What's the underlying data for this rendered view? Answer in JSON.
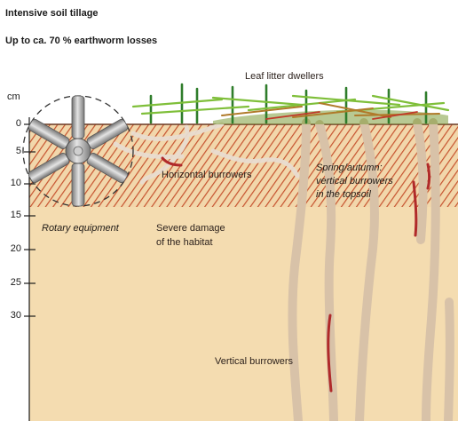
{
  "title": "Intensive soil tillage",
  "subtitle": "Up to ca. 70 % earthworm losses",
  "depth_axis": {
    "unit": "cm",
    "ticks": [
      "0",
      "5",
      "10",
      "15",
      "20",
      "25",
      "30"
    ]
  },
  "labels": {
    "leaf_litter": "Leaf litter dwellers",
    "horizontal": "Horizontal burrowers",
    "spring_autumn_line1": "Spring/autumn:",
    "spring_autumn_line2": "vertical burrowers",
    "spring_autumn_line3": "in the topsoil",
    "rotary": "Rotary equipment",
    "damage_line1": "Severe damage",
    "damage_line2": "of the habitat",
    "vertical": "Vertical burrowers"
  },
  "colors": {
    "soil": "#f4dcb0",
    "hatch": "#c6532f",
    "burrow": "#d8c2a8",
    "worm": "#b02a2a",
    "grass_dark": "#2f7d2b",
    "grass_light": "#7fbf3a",
    "metal": "#9a9a9a"
  }
}
